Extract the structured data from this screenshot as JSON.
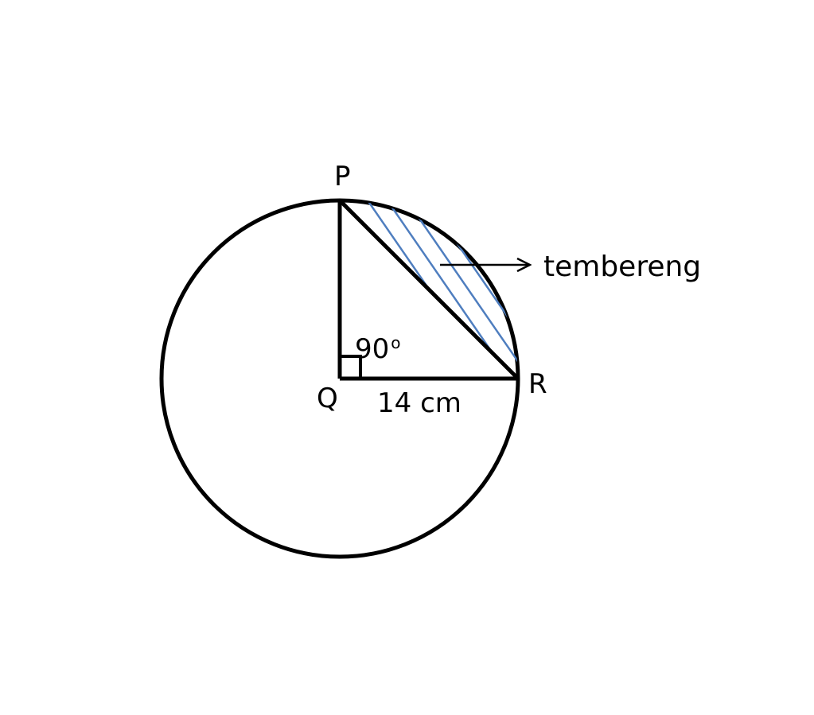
{
  "labels": {
    "point_p": "P",
    "point_q": "Q",
    "point_r": "R",
    "angle_value": "90",
    "angle_degree": "o",
    "radius_text": "14 cm",
    "segment_text": "tembereng"
  },
  "colors": {
    "stroke": "#000000",
    "hatch": "#4f7ebf",
    "background": "#ffffff"
  }
}
